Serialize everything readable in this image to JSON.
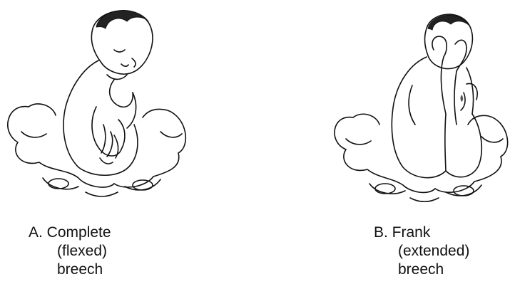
{
  "figures": [
    {
      "id": "A",
      "caption": [
        "A. Complete",
        "(flexed)",
        "breech"
      ]
    },
    {
      "id": "B",
      "caption": [
        "B. Frank",
        "(extended)",
        "breech"
      ]
    }
  ]
}
